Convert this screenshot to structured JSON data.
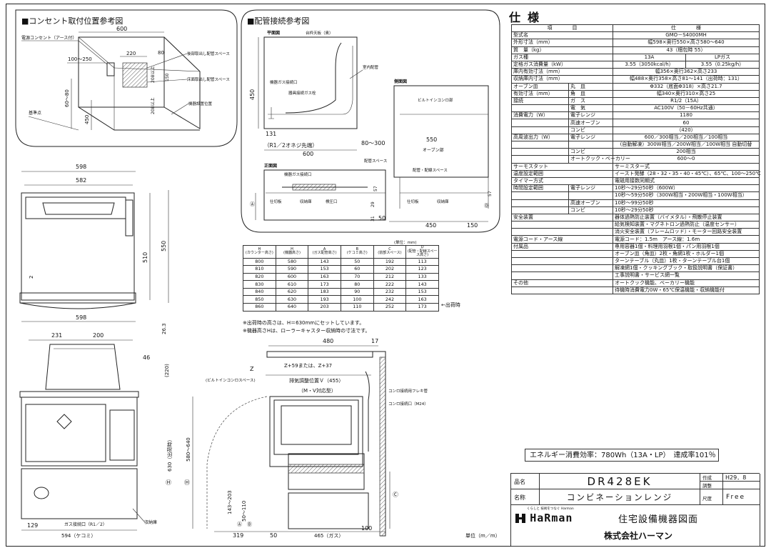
{
  "outlet_section": {
    "title": "■コンセント取付位置参考図",
    "label_outlet": "電源コンセント（アース付）",
    "dim_600": "600",
    "dim_220": "220",
    "dim_80": "80",
    "dim_100_250": "100～250",
    "dim_208a": "208以上",
    "dim_150": "150",
    "dim_208b": "208以上",
    "dim_60_80": "60～80",
    "dim_450": "450",
    "label_rear_space": "後部取出し配管スペース",
    "label_floor_space": "床面取出し配管スペース",
    "label_install": "機器設置位置",
    "label_base": "基準点"
  },
  "piping_section": {
    "title": "■配管接続参考図",
    "plan": "平面図",
    "label_wall": "台枠天板（奥）",
    "label_gas_inlet": "機器ガス接続口",
    "label_flex": "器具接続ガス栓",
    "label_indoor": "室内配管",
    "dim_450": "450",
    "dim_131": "131",
    "dim_r12": "（R1／2オネジ先端）",
    "dim_600": "600",
    "dim_80_300": "80～300",
    "label_pipe_space": "配管スペース",
    "side": "側面図",
    "label_builtin": "ビルトインコンロ部",
    "dim_550": "550",
    "label_oven": "オーブン部",
    "front": "正面図",
    "label_gas2": "機器ガス接続口",
    "label_piping": "配管・配線スペース",
    "dim_57": "57",
    "dim_29": "29",
    "dim_31": "31",
    "label_board": "仕切板",
    "label_storage": "収納庫",
    "label_check": "検圧口",
    "label_board2": "仕切板",
    "label_storage2": "収納庫",
    "dim_50": "50",
    "dim_450b": "450",
    "dim_150": "150",
    "dim_57b": "57",
    "mark_a": "Ⓐ",
    "mark_d": "Ⓓ"
  },
  "height_table": {
    "unit": "(単位：mm)",
    "headers": [
      "H\n(カウンター高さ)",
      "H\n(機器高さ)",
      "A\n(ガス配管高さ)",
      "B\n(ケコミ高さ)",
      "C\n(前部スペース)",
      "D\n(配管・配線スペース高さ)"
    ],
    "rows": [
      [
        "800",
        "580",
        "143",
        "50",
        "192",
        "113"
      ],
      [
        "810",
        "590",
        "153",
        "60",
        "202",
        "123"
      ],
      [
        "820",
        "600",
        "163",
        "70",
        "212",
        "133"
      ],
      [
        "830",
        "610",
        "173",
        "80",
        "222",
        "143"
      ],
      [
        "840",
        "620",
        "183",
        "90",
        "232",
        "153"
      ],
      [
        "850",
        "630",
        "193",
        "100",
        "242",
        "163"
      ],
      [
        "860",
        "640",
        "203",
        "110",
        "252",
        "173"
      ]
    ],
    "ship_note": "←出荷時",
    "note1": "※出荷時の高さは、H＝630mmにセットしています。",
    "note2": "※機器高さHは、ローラーキャスター収納時の寸法です。"
  },
  "front_view": {
    "dim_598": "598",
    "dim_582": "582",
    "dim_510": "510",
    "dim_550": "550",
    "dim_2": "2",
    "dim_598b": "598",
    "dim_26": "26.3"
  },
  "lower_front": {
    "dim_231": "231",
    "dim_200": "200",
    "dim_46": "46",
    "dim_129": "129",
    "label_gas": "ガス接続口（R1／2）",
    "label_storage": "収納庫",
    "dim_594": "594（ケコミ）"
  },
  "side_view": {
    "dim_480": "480",
    "dim_17": "17",
    "dim_220": "(220)",
    "label_z": "Z",
    "label_z59": "Z+59または、Z+37",
    "label_builtin": "(ビルトインコンロスペース)",
    "label_bench": "排気調整位置Ｖ（455）",
    "label_mv": "（M・V対応型）",
    "label_flex": "コンロ接続用フレキ管",
    "label_conn": "コンロ接続口（M24）",
    "dim_630": "630（出荷時）",
    "dim_580_640": "580～640",
    "mark_h1": "Ⓗ",
    "mark_h2": "Ⓗ",
    "dim_143_203": "143～203",
    "dim_50_110": "50～110",
    "mark_a": "Ⓐ",
    "mark_b": "Ⓑ",
    "mark_c": "Ⓒ",
    "dim_319": "319",
    "dim_50": "50",
    "dim_465": "465（ガス）",
    "dim_100": "100",
    "unit": "単位（m／m）"
  },
  "spec": {
    "title": "仕様",
    "head_item": "項　　　　目",
    "head_spec": "仕　　　　様",
    "rows": [
      {
        "a": "型式名",
        "b": "",
        "c": "GMO－S4000MH",
        "type": "single"
      },
      {
        "a": "外形寸法（mm）",
        "b": "",
        "c": "幅598×奥行550×高さ580～640",
        "type": "single"
      },
      {
        "a": "質　量（kg）",
        "b": "",
        "c": "43（梱包時 55）",
        "type": "single"
      },
      {
        "a": "ガス種",
        "b": "",
        "c": "13A",
        "d": "LPガス",
        "type": "split"
      },
      {
        "a": "定格ガス消費量（kW）",
        "b": "",
        "c": "3.55（3050kcal/h）",
        "d": "3.55（0.25kg/h）",
        "type": "split"
      },
      {
        "a": "庫内有効寸法（mm）",
        "b": "",
        "c": "幅356×奥行362×高さ233",
        "type": "single"
      },
      {
        "a": "収納庫内寸法（mm）",
        "b": "",
        "c": "幅488×奥行358×高さ81～141（出荷時：131）",
        "type": "single"
      },
      {
        "a": "オーブン皿",
        "b": "丸　皿",
        "c": "Φ332（底面Φ318）×高さ21.7",
        "type": "sub"
      },
      {
        "a": "有効寸法（mm）",
        "b": "角　皿",
        "c": "幅340×奥行310×高さ25",
        "type": "sub"
      },
      {
        "a": "接続",
        "b": "ガ　ス",
        "c": "R1/2（15A）",
        "type": "sub"
      },
      {
        "a": "",
        "b": "電　気",
        "c": "AC100V（50－60Hz共通）",
        "type": "sub"
      },
      {
        "a": "消費電力（W）",
        "b": "電子レンジ",
        "c": "1180",
        "type": "sub"
      },
      {
        "a": "",
        "b": "高速オーブン",
        "c": "60",
        "type": "sub"
      },
      {
        "a": "",
        "b": "コンビ",
        "c": "（420）",
        "type": "sub"
      },
      {
        "a": "高周波出力（W）",
        "b": "電子レンジ",
        "c": "600／300相当／200相当／100相当",
        "type": "sub"
      },
      {
        "a": "",
        "b": "",
        "c": "(自動解凍）300W相当／200W相当／100W相当 自動切替",
        "type": "sub"
      },
      {
        "a": "",
        "b": "コンビ",
        "c": "200相当",
        "type": "sub"
      },
      {
        "a": "",
        "b": "オートクック・ベーカリー",
        "c": "600～0",
        "type": "sub"
      },
      {
        "a": "サーモスタット",
        "b": "",
        "c": "サーミスター式",
        "type": "singleL"
      },
      {
        "a": "温度設定範囲",
        "b": "",
        "c": "イースト発酵（28・32・35・40・45℃）、65℃、100～250℃",
        "type": "singleL"
      },
      {
        "a": "タイマー方式",
        "b": "",
        "c": "電磁用接数同期式",
        "type": "singleL"
      },
      {
        "a": "時間設定範囲",
        "b": "電子レンジ",
        "c": "10秒～29分50秒（600W）",
        "type": "subL"
      },
      {
        "a": "",
        "b": "",
        "c": "10秒～59分50秒（300W相当・200W相当・100W相当）",
        "type": "subL"
      },
      {
        "a": "",
        "b": "高速オーブン",
        "c": "10秒～99分50秒",
        "type": "subL"
      },
      {
        "a": "",
        "b": "コンビ",
        "c": "10秒～29分50秒",
        "type": "subL"
      },
      {
        "a": "安全装置",
        "b": "",
        "c": "器体過熱防止装置（バイメタル）・飛散停止装置",
        "type": "singleL"
      },
      {
        "a": "",
        "b": "",
        "c": "給気検知装置・マグネトロン過熱防止（温度センサー）",
        "type": "singleL"
      },
      {
        "a": "",
        "b": "",
        "c": "消火安全装置（フレームロッド）・モーター回路安全装置",
        "type": "singleL"
      },
      {
        "a": "電源コード・アース線",
        "b": "",
        "c": "電源コード：1.5m　アース線：1.6m",
        "type": "singleL"
      },
      {
        "a": "付属品",
        "b": "",
        "c": "専用容器1個・料理用羽根1個・パン用羽根1個",
        "type": "singleL"
      },
      {
        "a": "",
        "b": "",
        "c": "オーブン皿（角皿）2枚・角網1枚・ホルダー1個",
        "type": "singleL"
      },
      {
        "a": "",
        "b": "",
        "c": "ターンテーブル（丸皿）1枚・ターンテーブル台1個",
        "type": "singleL"
      },
      {
        "a": "",
        "b": "",
        "c": "解凍網1個・クッキングブック・取扱説明書（保証書）",
        "type": "singleL"
      },
      {
        "a": "",
        "b": "",
        "c": "工事説明書・サービス網一覧",
        "type": "singleL"
      },
      {
        "a": "その他",
        "b": "",
        "c": "オートクック機能、ベーカリー機能",
        "type": "singleL"
      },
      {
        "a": "",
        "b": "",
        "c": "待機時消費電力0W・65℃保温機能・収納機能付",
        "type": "singleL"
      }
    ]
  },
  "energy": "エネルギー消費効率：780Wh（13A・LP）　達成率101％",
  "title_block": {
    "lbl_name": "品名",
    "model": "DR428EK",
    "lbl_create": "作成",
    "create_val": "H29．8",
    "lbl_check": "調整",
    "lbl_title": "名称",
    "title": "コンビネーションレンジ",
    "lbl_scale": "尺度",
    "scale_val": "Free",
    "brand_small": "くらしと 技術をつなぐ Harman",
    "brand": "HaRman",
    "drawing": "住宅設備機器図面",
    "company": "株式会社ハーマン"
  }
}
